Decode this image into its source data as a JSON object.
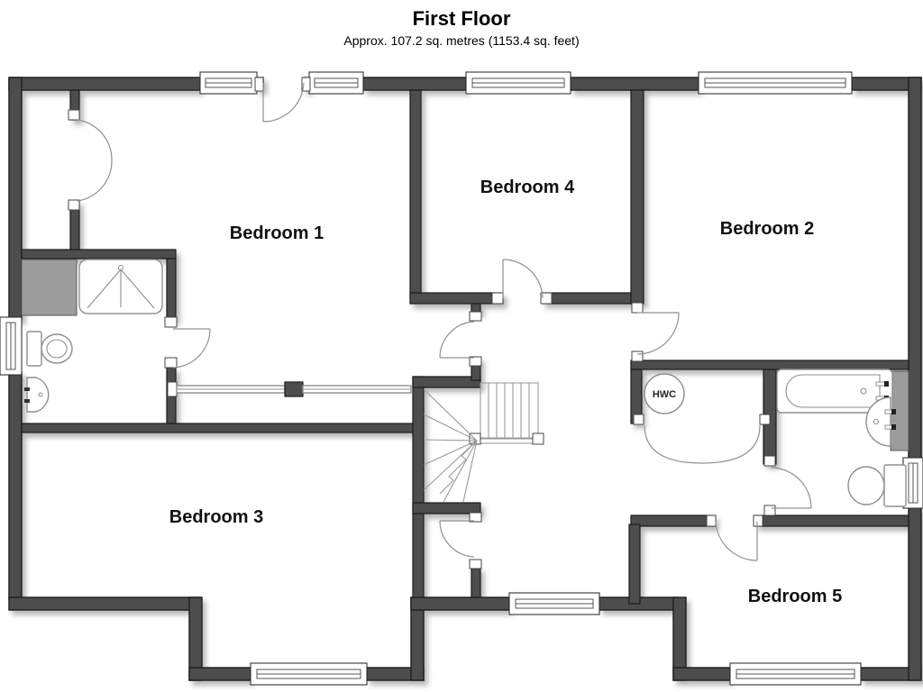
{
  "title": {
    "heading": "First Floor",
    "subtitle": "Approx. 107.2 sq. metres (1153.4 sq. feet)"
  },
  "rooms": [
    {
      "id": "bedroom-1",
      "label": "Bedroom 1"
    },
    {
      "id": "bedroom-4",
      "label": "Bedroom 4"
    },
    {
      "id": "bedroom-2",
      "label": "Bedroom 2"
    },
    {
      "id": "bedroom-3",
      "label": "Bedroom 3"
    },
    {
      "id": "bedroom-5",
      "label": "Bedroom 5"
    }
  ],
  "fixtures": {
    "hot_water_cylinder_label": "HWC"
  },
  "colors": {
    "wall": "#4d4d4d",
    "wall_edge": "#1e1e1e",
    "fixture_outline": "#8f8f8f",
    "counter_gray": "#9c9c9c",
    "label": "#111111"
  }
}
